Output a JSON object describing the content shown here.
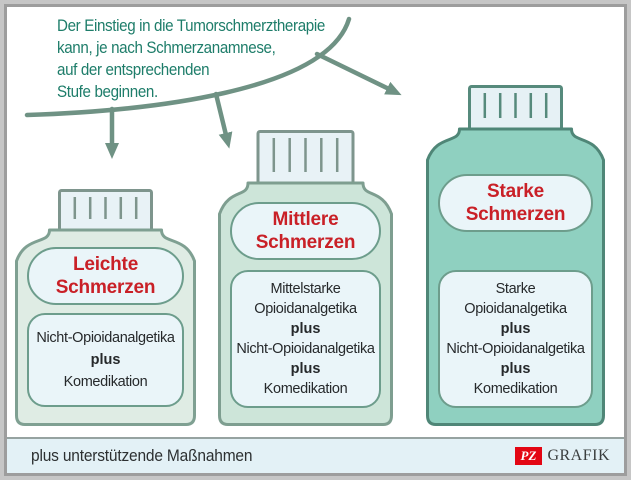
{
  "intro": {
    "lines": [
      "Der Einstieg in die Tumorschmerztherapie",
      "kann, je nach Schmerzanamnese,",
      "auf der entsprechenden",
      "Stufe beginnen."
    ]
  },
  "bottles": [
    {
      "name": "leichte-schmerzen",
      "level": "Leichte Schmerzen",
      "medication": [
        {
          "text": "Nicht-Opioidanalgetika",
          "bold": false
        },
        {
          "text": "plus",
          "bold": true
        },
        {
          "text": "Komedikation",
          "bold": false
        }
      ],
      "colors": {
        "body": "#dfece4",
        "outline": "#7fa092",
        "cap_fill": "#e8f2f6",
        "cap_outline": "#7e958d"
      }
    },
    {
      "name": "mittlere-schmerzen",
      "level": "Mittlere Schmerzen",
      "medication": [
        {
          "text": "Mittelstarke",
          "bold": false
        },
        {
          "text": "Opioidanalgetika",
          "bold": false
        },
        {
          "text": "plus",
          "bold": true
        },
        {
          "text": "Nicht-Opioidanalgetika",
          "bold": false
        },
        {
          "text": "plus",
          "bold": true
        },
        {
          "text": "Komedikation",
          "bold": false
        }
      ],
      "colors": {
        "body": "#cde5d9",
        "outline": "#7e9e90",
        "cap_fill": "#e8f2f6",
        "cap_outline": "#7e958d"
      }
    },
    {
      "name": "starke-schmerzen",
      "level": "Starke Schmerzen",
      "medication": [
        {
          "text": "Starke",
          "bold": false
        },
        {
          "text": "Opioidanalgetika",
          "bold": false
        },
        {
          "text": "plus",
          "bold": true
        },
        {
          "text": "Nicht-Opioidanalgetika",
          "bold": false
        },
        {
          "text": "plus",
          "bold": true
        },
        {
          "text": "Komedikation",
          "bold": false
        }
      ],
      "colors": {
        "body": "#8fd0c0",
        "outline": "#4f8677",
        "cap_fill": "#e6f1f5",
        "cap_outline": "#568a7c"
      }
    }
  ],
  "footer": {
    "note": "plus unterstützende Maßnahmen",
    "logo": {
      "badge": "PZ",
      "name": "GRAFIK",
      "badge_color": "#e30613"
    }
  },
  "colors": {
    "intro_text": "#1e7d6a",
    "arrows": "#6f9284",
    "pain_level_text": "#c92027",
    "medication_text": "#26292b",
    "label_fill": "#eaf5f9",
    "label_outline": "#6d9d8c",
    "footer_bg": "#e3f1f6"
  }
}
